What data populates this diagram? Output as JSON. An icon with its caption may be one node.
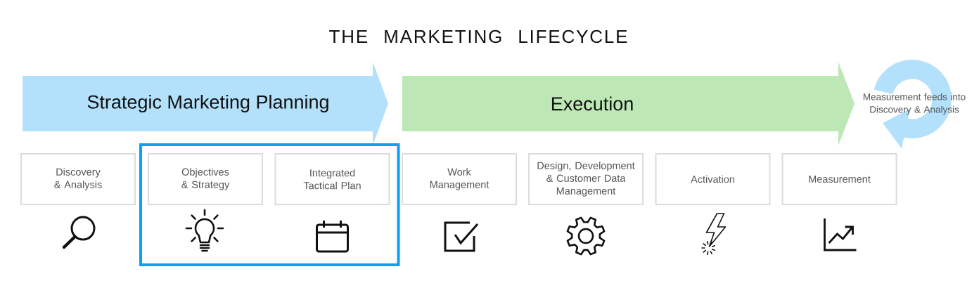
{
  "diagram": {
    "title": "THE MARKETING LIFECYCLE",
    "nodes": [
      {
        "text": [
          "Strategic Marketing Planning"
        ]
      },
      {
        "text": [
          "Execution"
        ]
      },
      {
        "text": [
          "Discovery & Analysis"
        ]
      },
      {
        "text": [],
        "shape": "box"
      },
      {
        "text": [
          "Objectives & Strategy"
        ],
        "in": 3
      },
      {
        "text": [
          "Integrated Tactical Plan"
        ],
        "in": 3
      },
      {
        "text": [
          "Work Management"
        ]
      },
      {
        "text": [
          "Design, Development & Customer Data Management"
        ]
      },
      {
        "text": [
          "Activation"
        ]
      },
      {
        "text": [
          "Measurement"
        ]
      }
    ],
    "labels": [
      "Measurement feeds into Discovery & Analysis"
    ]
  }
}
